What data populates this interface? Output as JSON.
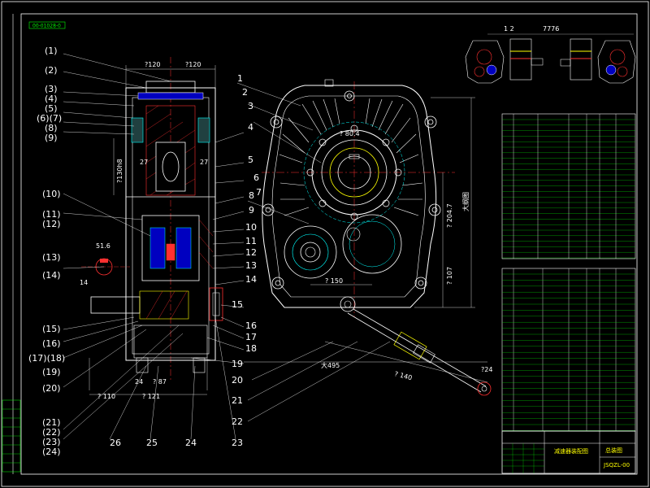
{
  "drawing": {
    "stamp": "00-01028-0",
    "left_labels": [
      "(1)",
      "(2)",
      "(3)",
      "(4)",
      "(5)",
      "(6)(7)",
      "(8)",
      "(9)",
      "(10)",
      "(11)",
      "(12)",
      "(13)",
      "(14)",
      "(15)",
      "(16)",
      "(17)(18)",
      "(19)",
      "(20)",
      "(21)",
      "(22)",
      "(23)",
      "(24)"
    ],
    "right_labels": [
      "1",
      "2",
      "3",
      "4",
      "5",
      "6",
      "7",
      "8",
      "9",
      "10",
      "11",
      "12",
      "13",
      "14",
      "15",
      "16",
      "17",
      "18",
      "19",
      "20",
      "21",
      "22",
      "23"
    ],
    "bottom_labels": [
      "26",
      "25",
      "24"
    ],
    "dims": {
      "top_left": "?120",
      "top_right": "?120",
      "bottom_left": "? 110",
      "bottom_right": "? 121",
      "shaft_dia": "?130h8",
      "tooth_left": "27",
      "tooth_right": "27",
      "key_dim": "51.6",
      "small_dim": "14",
      "bolt_dia": "? 87",
      "bolt_side": "24",
      "bore": "? 80.4",
      "center_height": "? 204.7",
      "height_total": "大纲图",
      "lower_center": "? 107",
      "lower_width": "? 150",
      "width_overall": "大495",
      "arm_len": "? 140",
      "arm_dia": "?24",
      "inset_left": "1 2",
      "inset_right": "7776"
    },
    "title_block": {
      "title": "减速器装配图",
      "drawing_name": "总装图",
      "code": "JSQZL-00"
    }
  }
}
